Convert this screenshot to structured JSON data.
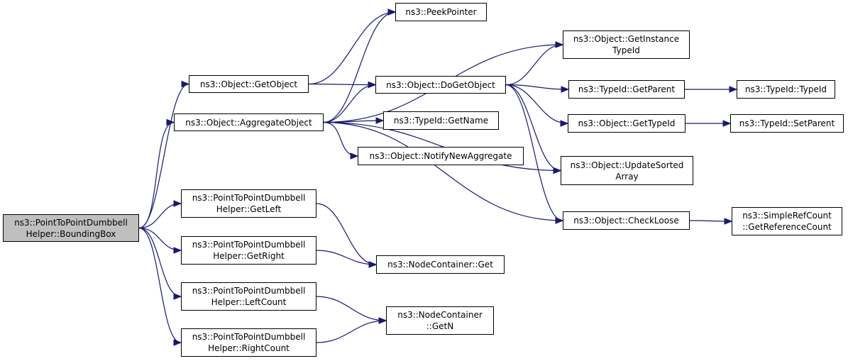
{
  "colors": {
    "edge": "#191970",
    "node_border": "#000000",
    "node_fill": "#ffffff",
    "root_fill": "#bfbfbf"
  },
  "nodes": {
    "bounding_box": {
      "lines": [
        "ns3::PointToPointDumbbell",
        "Helper::BoundingBox"
      ]
    },
    "get_object": {
      "lines": [
        "ns3::Object::GetObject"
      ]
    },
    "aggregate_object": {
      "lines": [
        "ns3::Object::AggregateObject"
      ]
    },
    "get_left": {
      "lines": [
        "ns3::PointToPointDumbbell",
        "Helper::GetLeft"
      ]
    },
    "get_right": {
      "lines": [
        "ns3::PointToPointDumbbell",
        "Helper::GetRight"
      ]
    },
    "left_count": {
      "lines": [
        "ns3::PointToPointDumbbell",
        "Helper::LeftCount"
      ]
    },
    "right_count": {
      "lines": [
        "ns3::PointToPointDumbbell",
        "Helper::RightCount"
      ]
    },
    "peek_pointer": {
      "lines": [
        "ns3::PeekPointer"
      ]
    },
    "do_get_object": {
      "lines": [
        "ns3::Object::DoGetObject"
      ]
    },
    "typeid_get_name": {
      "lines": [
        "ns3::TypeId::GetName"
      ]
    },
    "notify_new_aggregate": {
      "lines": [
        "ns3::Object::NotifyNewAggregate"
      ]
    },
    "node_container_get": {
      "lines": [
        "ns3::NodeContainer::Get"
      ]
    },
    "node_container_getn": {
      "lines": [
        "ns3::NodeContainer",
        "::GetN"
      ]
    },
    "get_instance_typeid": {
      "lines": [
        "ns3::Object::GetInstance",
        "TypeId"
      ]
    },
    "typeid_get_parent": {
      "lines": [
        "ns3::TypeId::GetParent"
      ]
    },
    "object_get_typeid": {
      "lines": [
        "ns3::Object::GetTypeId"
      ]
    },
    "update_sorted_array": {
      "lines": [
        "ns3::Object::UpdateSorted",
        "Array"
      ]
    },
    "check_loose": {
      "lines": [
        "ns3::Object::CheckLoose"
      ]
    },
    "typeid_typeid": {
      "lines": [
        "ns3::TypeId::TypeId"
      ]
    },
    "typeid_set_parent": {
      "lines": [
        "ns3::TypeId::SetParent"
      ]
    },
    "get_reference_count": {
      "lines": [
        "ns3::SimpleRefCount",
        "::GetReferenceCount"
      ]
    }
  },
  "edges": [
    [
      "bounding_box",
      "get_object"
    ],
    [
      "bounding_box",
      "aggregate_object"
    ],
    [
      "bounding_box",
      "get_left"
    ],
    [
      "bounding_box",
      "get_right"
    ],
    [
      "bounding_box",
      "left_count"
    ],
    [
      "bounding_box",
      "right_count"
    ],
    [
      "get_object",
      "peek_pointer"
    ],
    [
      "get_object",
      "do_get_object"
    ],
    [
      "aggregate_object",
      "peek_pointer"
    ],
    [
      "aggregate_object",
      "get_instance_typeid"
    ],
    [
      "aggregate_object",
      "do_get_object"
    ],
    [
      "aggregate_object",
      "typeid_get_name"
    ],
    [
      "aggregate_object",
      "notify_new_aggregate"
    ],
    [
      "aggregate_object",
      "update_sorted_array"
    ],
    [
      "aggregate_object",
      "check_loose"
    ],
    [
      "do_get_object",
      "get_instance_typeid"
    ],
    [
      "do_get_object",
      "typeid_get_parent"
    ],
    [
      "do_get_object",
      "object_get_typeid"
    ],
    [
      "do_get_object",
      "update_sorted_array"
    ],
    [
      "do_get_object",
      "check_loose"
    ],
    [
      "typeid_get_parent",
      "typeid_typeid"
    ],
    [
      "object_get_typeid",
      "typeid_set_parent"
    ],
    [
      "check_loose",
      "get_reference_count"
    ],
    [
      "get_left",
      "node_container_get"
    ],
    [
      "get_right",
      "node_container_get"
    ],
    [
      "left_count",
      "node_container_getn"
    ],
    [
      "right_count",
      "node_container_getn"
    ]
  ]
}
